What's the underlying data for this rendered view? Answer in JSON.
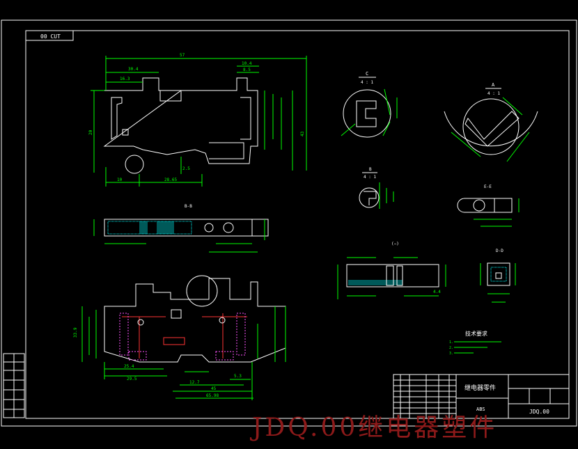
{
  "drawing_number_box": "00 CUT",
  "views": {
    "section_c": {
      "label": "C",
      "scale": "4 : 1"
    },
    "section_a": {
      "label": "A",
      "scale": "4 : 1"
    },
    "section_b": {
      "label": "B",
      "scale": "4 : 1"
    },
    "section_bb": "B-B",
    "view_e": "E-E",
    "view_d": "D-D"
  },
  "dimensions": {
    "top_overall": "57",
    "top_left_1": "30.4",
    "top_left_2": "16.3",
    "top_right_1": "10.4",
    "top_right_2": "8.5",
    "left_height": "20",
    "right_height": "43",
    "bottom_left": "10",
    "bottom_mid": "28.65",
    "bottom_center": "2.5",
    "front_w1": "25.4",
    "front_w2": "29.5",
    "front_w3": "12.7",
    "front_w4": "45",
    "front_w5": "65.98",
    "front_h1": "33.9",
    "side_left": "5.3",
    "detail_dim": "4.4"
  },
  "notes": {
    "heading": "技术要求",
    "lines": [
      "1.",
      "2.",
      "3."
    ]
  },
  "title_block": {
    "part_name": "继电器零件",
    "material": "ABS",
    "drawing_no": "JDQ.00"
  },
  "watermark": "JDQ.00继电器塑件",
  "colors": {
    "background": "#000000",
    "outline": "#ffffff",
    "dimension": "#00ff00",
    "hatch": "#00ffff",
    "center": "#ff3333",
    "hidden": "#ff55ff",
    "watermark": "#8e1a1a"
  }
}
